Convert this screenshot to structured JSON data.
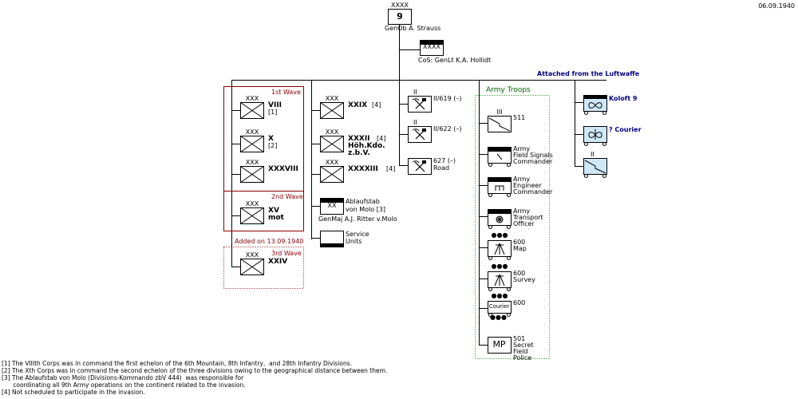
{
  "date": "06.09.1940",
  "army": {
    "number": "9",
    "echelon": "XXXX",
    "commander": "GenOb  A. Strauss"
  },
  "chief_of_staff": {
    "echelon": "XXXX",
    "label": "CoS:  GenLt  K.A. Hollidt"
  },
  "waves": {
    "first": "1st Wave",
    "second": "2nd Wave",
    "added_note": "Added on 13.09.1940",
    "third": "3rd Wave"
  },
  "corps_col1": [
    {
      "echelon": "XXX",
      "name": "VIII",
      "note": "[1]"
    },
    {
      "echelon": "XXX",
      "name": "X",
      "note": "[2]"
    },
    {
      "echelon": "XXX",
      "name": "XXXVIII",
      "note": ""
    },
    {
      "echelon": "XXX",
      "name": "XV",
      "note": "mot"
    },
    {
      "echelon": "XXX",
      "name": "XXIV",
      "note": ""
    }
  ],
  "corps_col2": [
    {
      "echelon": "XXX",
      "name": "XXIX",
      "note": "[4]"
    },
    {
      "echelon": "XXX",
      "name": "XXXII",
      "note": "[4]",
      "extra1": "Höh.Kdo.",
      "extra2": "z.b.V."
    },
    {
      "echelon": "XXX",
      "name": "XXXXIII",
      "note": "[4]"
    }
  ],
  "ablaufstab": {
    "echelon": "XX",
    "line1": "Ablaufstab",
    "line2": "von Molo  [3]",
    "commander": "GenMaj A.J. Ritter v.Molo"
  },
  "service": {
    "line1": "Service",
    "line2": "Units"
  },
  "construction": [
    {
      "echelon": "II",
      "label": "II/619  (–)",
      "sub": ""
    },
    {
      "echelon": "II",
      "label": "II/622  (–)",
      "sub": ""
    },
    {
      "echelon": "",
      "label": "627  (–)",
      "sub": "Road"
    }
  ],
  "army_troops": {
    "title": "Army Troops",
    "items": [
      {
        "echelon": "III",
        "lines": [
          "511"
        ]
      },
      {
        "echelon": "",
        "lines": [
          "Army",
          "Field Signals",
          "Commander"
        ]
      },
      {
        "echelon": "",
        "lines": [
          "Army",
          "Engineer",
          "Commander"
        ]
      },
      {
        "echelon": "",
        "lines": [
          "Army",
          "Transport",
          "Officer"
        ]
      },
      {
        "echelon": "●●●",
        "lines": [
          "600",
          "Map"
        ]
      },
      {
        "echelon": "●●●",
        "lines": [
          "600",
          "Survey"
        ]
      },
      {
        "echelon": "●●●",
        "lines": [
          "600"
        ],
        "box": "Courier"
      },
      {
        "echelon": "",
        "lines": [
          "501",
          "Secret",
          "Field",
          "Police"
        ],
        "box": "MP"
      }
    ]
  },
  "luftwaffe": {
    "title": "Attached from the Luftwaffe",
    "items": [
      {
        "label": "Koloft 9"
      },
      {
        "label": "?  Courier"
      },
      {
        "echelon": "II",
        "label": ""
      }
    ]
  },
  "footnotes": [
    "[1] The VIIIth Corps was in command the first echelon of the 6th Mountain, 8th Infantry,  and 28th Infantry Divisions.",
    "[2] The Xth Corps was in command the second echelon of the three divisions owing to the geographical distance between them.",
    "[3] The Ablaufstab von Molo (Divisions-Kommando zbV 444)  was responsible for",
    "      coordinating all 9th Army operations on the continent related to the invasion.",
    "[4] Not scheduled to participate in the invasion."
  ],
  "colors": {
    "wave_border": "#8b0000",
    "troops_border": "#008000",
    "luftwaffe_fill": "#cfe8f7",
    "luftwaffe_text": "#000080"
  }
}
